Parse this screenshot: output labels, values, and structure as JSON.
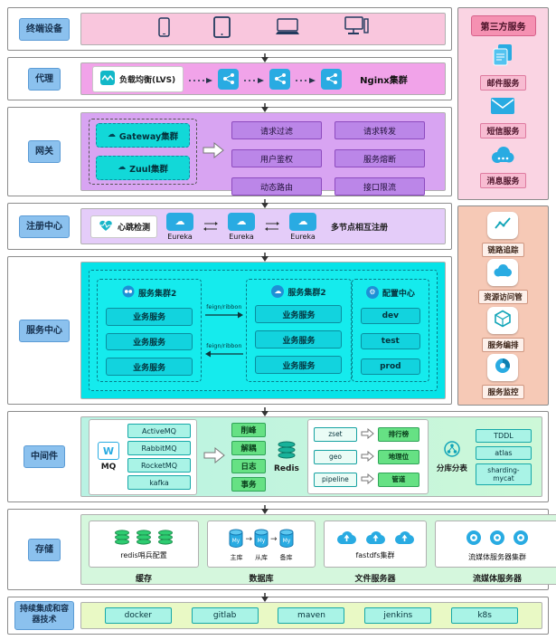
{
  "layers": [
    "终端设备",
    "代理",
    "网关",
    "注册中心",
    "服务中心",
    "中间件",
    "存储",
    "持续集成和容器技术"
  ],
  "proxy": {
    "lvs": "负载均衡(LVS)",
    "nginx": "Nginx集群"
  },
  "gateway": {
    "cluster1": "Gateway集群",
    "cluster2": "Zuul集群",
    "features": [
      "请求过滤",
      "请求转发",
      "用户鉴权",
      "服务熔断",
      "动态路由",
      "接口限流"
    ]
  },
  "registry": {
    "heartbeat": "心跳检测",
    "eureka": "Eureka",
    "note": "多节点相互注册"
  },
  "services": {
    "cluster1_title": "服务集群2",
    "cluster2_title": "服务集群2",
    "service": "业务服务",
    "feign": "feign/ribbon",
    "config_title": "配置中心",
    "envs": [
      "dev",
      "test",
      "prod"
    ]
  },
  "middleware": {
    "mq_label": "MQ",
    "mq_items": [
      "ActiveMQ",
      "RabbitMQ",
      "RocketMQ",
      "kafka"
    ],
    "benefits": [
      "削峰",
      "解耦",
      "日志",
      "事务"
    ],
    "redis_label": "Redis",
    "redis_rows": [
      [
        "zset",
        "排行榜"
      ],
      [
        "geo",
        "地理位"
      ],
      [
        "pipeline",
        "管道"
      ]
    ],
    "sharding_label": "分库分表",
    "sharding_items": [
      "TDDL",
      "atlas",
      "sharding-mycat"
    ]
  },
  "storage": {
    "cache": {
      "title": "redis哨兵配置",
      "caption": "缓存"
    },
    "db": {
      "nodes": [
        "主库",
        "从库",
        "备库"
      ],
      "caption": "数据库"
    },
    "files": {
      "title": "fastdfs集群",
      "caption": "文件服务器"
    },
    "stream": {
      "title": "流媒体服务器集群",
      "caption": "流媒体服务器"
    }
  },
  "cicd": [
    "docker",
    "gitlab",
    "maven",
    "jenkins",
    "k8s"
  ],
  "third_party": {
    "title": "第三方服务",
    "items": [
      "邮件服务",
      "短信服务",
      "消息服务"
    ]
  },
  "ops": [
    "链路追踪",
    "资源访问管",
    "服务编排",
    "服务监控"
  ],
  "colors": {
    "terminal": "#f9c6dd",
    "proxy": "#f1a3e9",
    "gateway": "#d8a4f2",
    "registry": "#e4ccf9",
    "services": "#06e3e8",
    "middleware": "#c9f6dc",
    "storage": "#d5f7dd",
    "cicd": "#e9f9c5",
    "accent_blue": "#29abe2",
    "label_blue": "#8bc1ee",
    "third_party_bg": "#fad4e3",
    "ops_bg": "#f6c9b6"
  }
}
